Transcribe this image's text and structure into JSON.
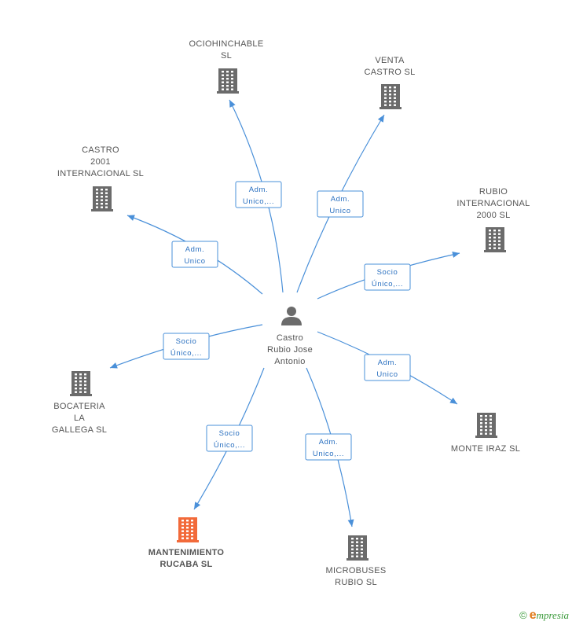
{
  "center": {
    "label_lines": [
      "Castro",
      "Rubio Jose",
      "Antonio"
    ],
    "icon": "person-icon",
    "color": "#6b6b6b"
  },
  "companies": [
    {
      "id": "ociohinchable",
      "label_lines": [
        "OCIOHINCHABLE",
        "SL"
      ],
      "icon": "building-icon",
      "color": "#6b6b6b",
      "focus": false
    },
    {
      "id": "venta-castro",
      "label_lines": [
        "VENTA",
        "CASTRO SL"
      ],
      "icon": "building-icon",
      "color": "#6b6b6b",
      "focus": false
    },
    {
      "id": "castro-2001",
      "label_lines": [
        "CASTRO",
        "2001",
        "INTERNACIONAL SL"
      ],
      "icon": "building-icon",
      "color": "#6b6b6b",
      "focus": false
    },
    {
      "id": "rubio-internacional",
      "label_lines": [
        "RUBIO",
        "INTERNACIONAL",
        "2000 SL"
      ],
      "icon": "building-icon",
      "color": "#6b6b6b",
      "focus": false
    },
    {
      "id": "bocateria",
      "label_lines": [
        "BOCATERIA",
        "LA",
        "GALLEGA  SL"
      ],
      "icon": "building-icon",
      "color": "#6b6b6b",
      "focus": false
    },
    {
      "id": "monte-iraz",
      "label_lines": [
        "MONTE IRAZ SL"
      ],
      "icon": "building-icon",
      "color": "#6b6b6b",
      "focus": false
    },
    {
      "id": "mantenimiento",
      "label_lines": [
        "MANTENIMIENTO",
        "RUCABA  SL"
      ],
      "icon": "building-icon",
      "color": "#f26a3a",
      "focus": true
    },
    {
      "id": "microbuses",
      "label_lines": [
        "MICROBUSES",
        "RUBIO  SL"
      ],
      "icon": "building-icon",
      "color": "#6b6b6b",
      "focus": false
    }
  ],
  "relations": [
    {
      "target": "ociohinchable",
      "label_lines": [
        "Adm.",
        "Unico,..."
      ]
    },
    {
      "target": "venta-castro",
      "label_lines": [
        "Adm.",
        "Unico"
      ]
    },
    {
      "target": "castro-2001",
      "label_lines": [
        "Adm.",
        "Unico"
      ]
    },
    {
      "target": "rubio-internacional",
      "label_lines": [
        "Socio",
        "Único,..."
      ]
    },
    {
      "target": "bocateria",
      "label_lines": [
        "Socio",
        "Único,..."
      ]
    },
    {
      "target": "monte-iraz",
      "label_lines": [
        "Adm.",
        "Unico"
      ]
    },
    {
      "target": "mantenimiento",
      "label_lines": [
        "Socio",
        "Único,..."
      ]
    },
    {
      "target": "microbuses",
      "label_lines": [
        "Adm.",
        "Unico,..."
      ]
    }
  ],
  "footer": {
    "copyright": "©",
    "brand_initial": "e",
    "brand_rest": "mpresia"
  },
  "colors": {
    "edge": "#4a90d9",
    "icon": "#6b6b6b",
    "focus": "#f26a3a"
  }
}
